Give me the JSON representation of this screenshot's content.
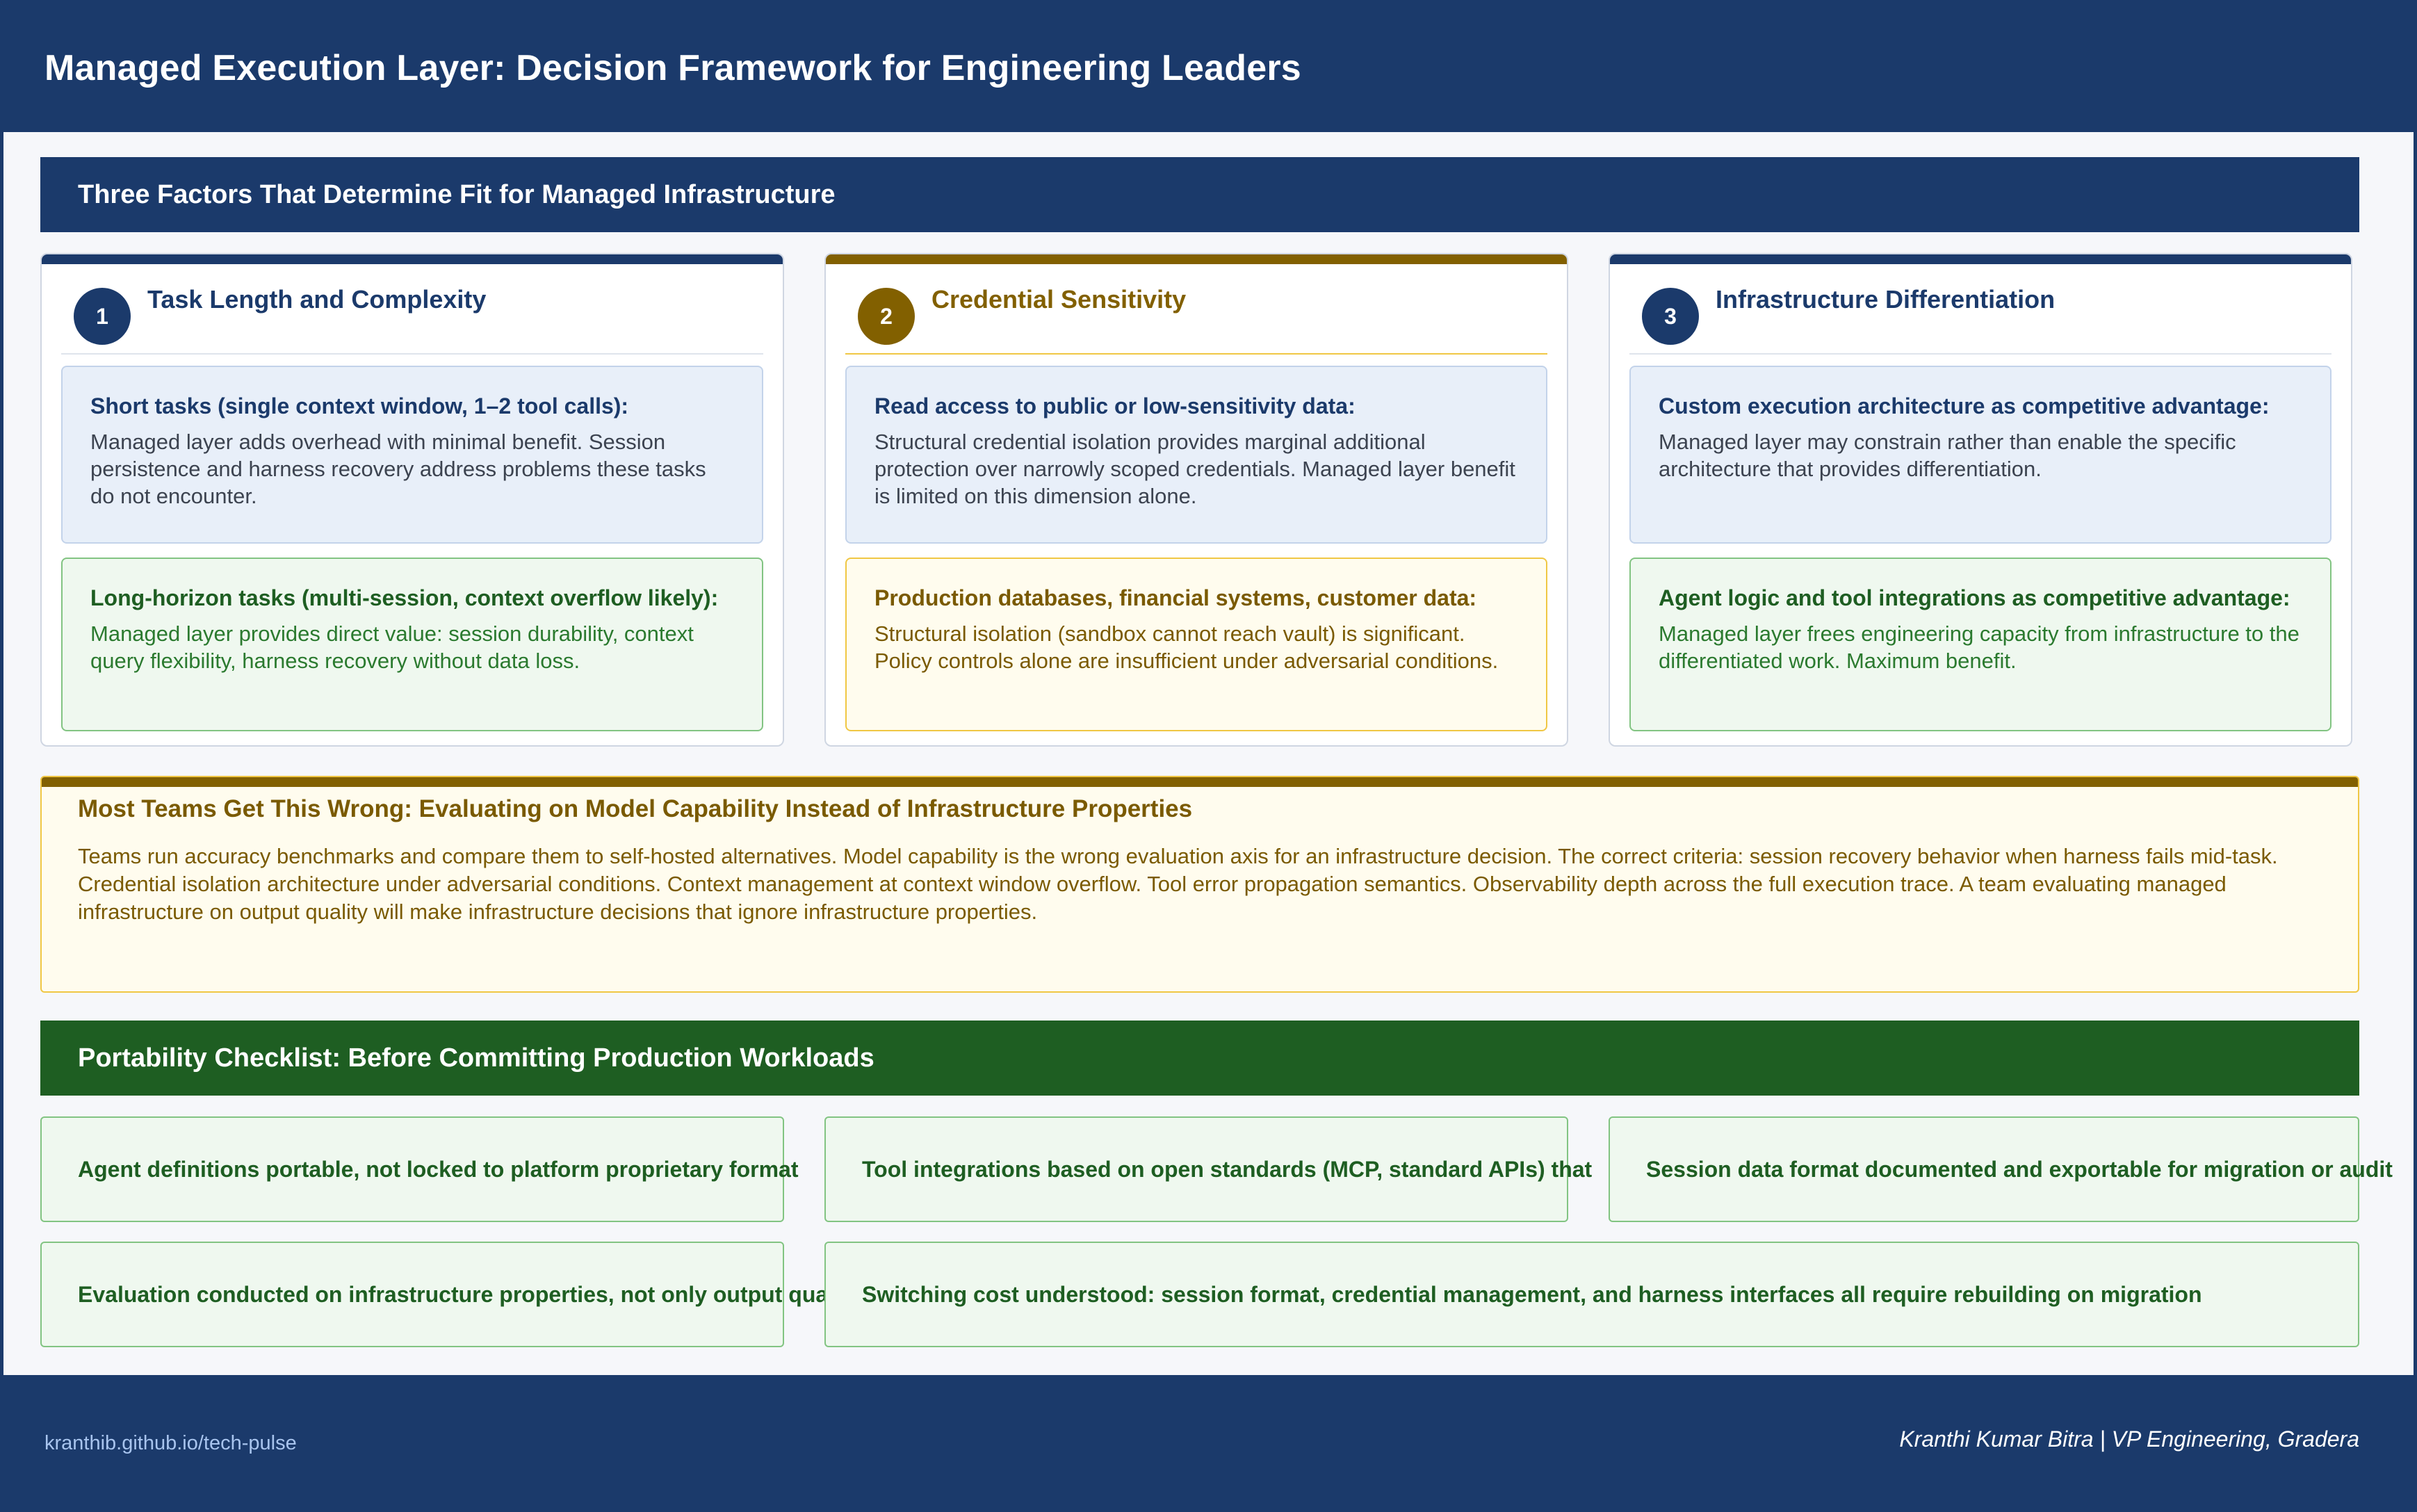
{
  "header": {
    "title": "Managed Execution Layer: Decision Framework for Engineering Leaders"
  },
  "factors_section": {
    "title": "Three Factors That Determine Fit for Managed Infrastructure"
  },
  "factors": [
    {
      "number": "1",
      "title": "Task Length and Complexity",
      "top_box": {
        "heading": "Short tasks (single context window, 1–2 tool calls):",
        "body": "Managed layer adds overhead with minimal benefit. Session persistence and harness recovery address problems these tasks do not encounter."
      },
      "bottom_box": {
        "heading": "Long-horizon tasks (multi-session, context overflow likely):",
        "body": "Managed layer provides direct value: session durability, context query flexibility, harness recovery without data loss."
      }
    },
    {
      "number": "2",
      "title": "Credential Sensitivity",
      "top_box": {
        "heading": "Read access to public or low-sensitivity data:",
        "body": "Structural credential isolation provides marginal additional protection over narrowly scoped credentials. Managed layer benefit is limited on this dimension alone."
      },
      "bottom_box": {
        "heading": "Production databases, financial systems, customer data:",
        "body": "Structural isolation (sandbox cannot reach vault) is significant. Policy controls alone are insufficient under adversarial conditions."
      }
    },
    {
      "number": "3",
      "title": "Infrastructure Differentiation",
      "top_box": {
        "heading": "Custom execution architecture as competitive advantage:",
        "body": "Managed layer may constrain rather than enable the specific architecture that provides differentiation."
      },
      "bottom_box": {
        "heading": "Agent logic and tool integrations as competitive advantage:",
        "body": "Managed layer frees engineering capacity from infrastructure to the differentiated work. Maximum benefit."
      }
    }
  ],
  "callout": {
    "title": "Most Teams Get This Wrong: Evaluating on Model Capability Instead of Infrastructure Properties",
    "body": "Teams run accuracy benchmarks and compare them to self-hosted alternatives. Model capability is the wrong evaluation axis for an infrastructure decision. The correct criteria: session recovery behavior when harness fails mid-task. Credential isolation architecture under adversarial conditions. Context management at context window overflow. Tool error propagation semantics. Observability depth across the full execution trace. A team evaluating managed infrastructure on output quality will make infrastructure decisions that ignore infrastructure properties."
  },
  "checklist_section": {
    "title": "Portability Checklist: Before Committing Production Workloads"
  },
  "checklist": [
    "Agent definitions portable, not locked to platform proprietary format",
    "Tool integrations based on open standards (MCP, standard APIs) that",
    "Session data format documented and exportable for migration or audit",
    "Evaluation conducted on infrastructure properties, not only output quality",
    "Switching cost understood: session format, credential management, and harness interfaces all require rebuilding on migration"
  ],
  "footer": {
    "url": "kranthib.github.io/tech-pulse",
    "author": "Kranthi Kumar Bitra | VP Engineering, Gradera"
  },
  "colors": {
    "navy": "#1b3a6b",
    "gold": "#826000",
    "green": "#1e5e22",
    "light_blue": "#e8eff9",
    "light_green": "#eff8ef",
    "light_yellow": "#fffcee"
  }
}
